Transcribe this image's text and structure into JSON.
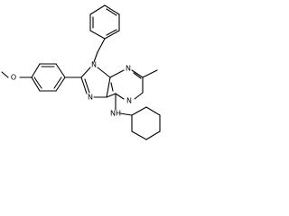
{
  "molecule": {
    "atoms": {
      "n9": "N",
      "n7": "N",
      "n3": "N",
      "n1": "N",
      "nh": "NH",
      "o": "O"
    }
  }
}
